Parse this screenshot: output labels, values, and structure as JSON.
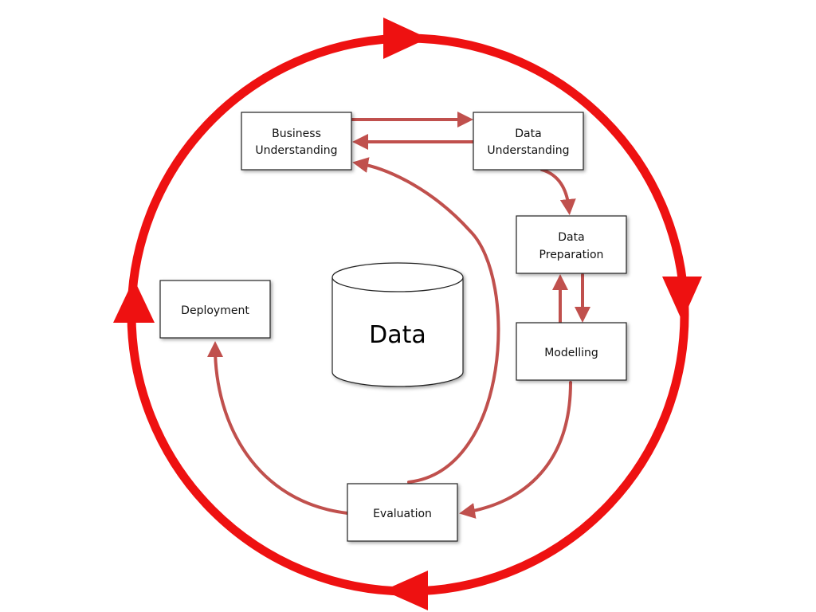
{
  "colors": {
    "cycle": "#ee1111",
    "flow": "#c0504d",
    "box_fill": "#ffffff",
    "box_stroke": "#222222"
  },
  "center": {
    "label": "Data",
    "icon": "database-cylinder-icon"
  },
  "phases": {
    "business_understanding": {
      "line1": "Business",
      "line2": "Understanding"
    },
    "data_understanding": {
      "line1": "Data",
      "line2": "Understanding"
    },
    "data_preparation": {
      "line1": "Data",
      "line2": "Preparation"
    },
    "modelling": {
      "label": "Modelling"
    },
    "evaluation": {
      "label": "Evaluation"
    },
    "deployment": {
      "label": "Deployment"
    }
  }
}
